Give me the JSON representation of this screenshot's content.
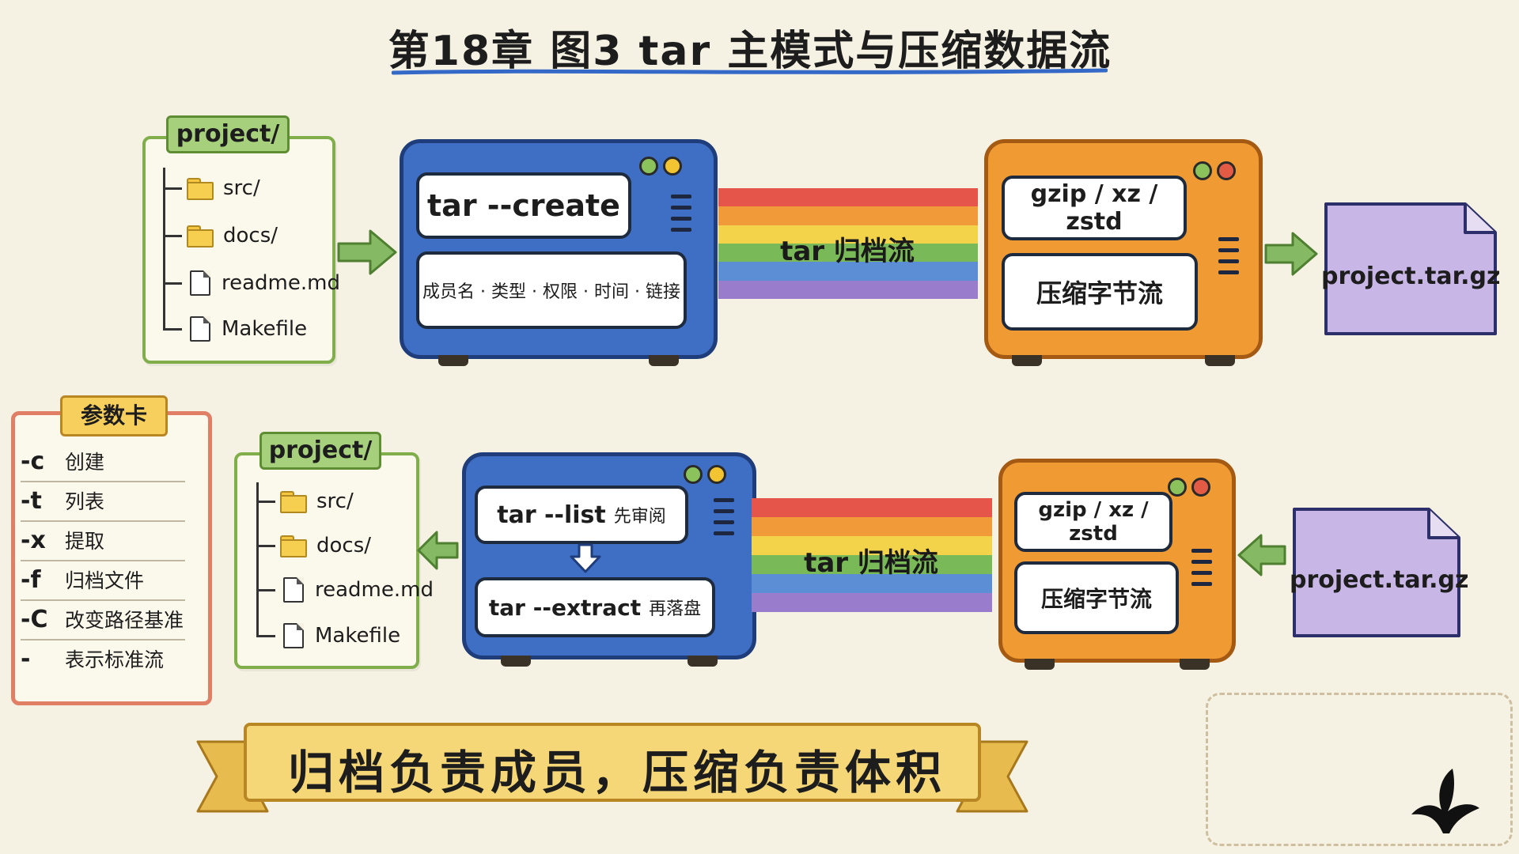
{
  "title": "第18章 图3 tar 主模式与压缩数据流",
  "top_flow": {
    "tree": {
      "root": "project/",
      "items": [
        {
          "icon": "folder-icon",
          "label": "src/"
        },
        {
          "icon": "folder-icon",
          "label": "docs/"
        },
        {
          "icon": "file-icon",
          "label": "readme.md"
        },
        {
          "icon": "file-icon",
          "label": "Makefile"
        }
      ]
    },
    "tar_machine": {
      "command": "tar --create",
      "metadata": "成员名 · 类型 · 权限 · 时间 · 链接"
    },
    "stream_label": "tar 归档流",
    "compress_machine": {
      "tools": "gzip / xz / zstd",
      "output": "压缩字节流"
    },
    "archive": "project.tar.gz"
  },
  "bottom_flow": {
    "tree": {
      "root": "project/",
      "items": [
        {
          "icon": "folder-icon",
          "label": "src/"
        },
        {
          "icon": "folder-icon",
          "label": "docs/"
        },
        {
          "icon": "file-icon",
          "label": "readme.md"
        },
        {
          "icon": "file-icon",
          "label": "Makefile"
        }
      ]
    },
    "tar_machine": {
      "list_command": "tar --list",
      "list_note": "先审阅",
      "extract_command": "tar --extract",
      "extract_note": "再落盘"
    },
    "stream_label": "tar 归档流",
    "compress_machine": {
      "tools": "gzip / xz / zstd",
      "output": "压缩字节流"
    },
    "archive": "project.tar.gz"
  },
  "param_card": {
    "title": "参数卡",
    "rows": [
      {
        "flag": "-c",
        "desc": "创建"
      },
      {
        "flag": "-t",
        "desc": "列表"
      },
      {
        "flag": "-x",
        "desc": "提取"
      },
      {
        "flag": "-f",
        "desc": "归档文件"
      },
      {
        "flag": "-C",
        "desc": "改变路径基准"
      },
      {
        "flag": "-",
        "desc": "表示标准流"
      }
    ]
  },
  "banner": "归档负责成员，压缩负责体积",
  "colors": {
    "tree_border": "#7fae4a",
    "tar_machine": "#3f6ec5",
    "compress_machine": "#f09a33",
    "archive_doc": "#c8b6e6",
    "arrow": "#86b963",
    "param_border": "#e07f66",
    "banner": "#f5d777",
    "rainbow": [
      "#e5554a",
      "#f19a3a",
      "#f3d34a",
      "#79b957",
      "#5b8ed4",
      "#9a7ccc"
    ]
  }
}
